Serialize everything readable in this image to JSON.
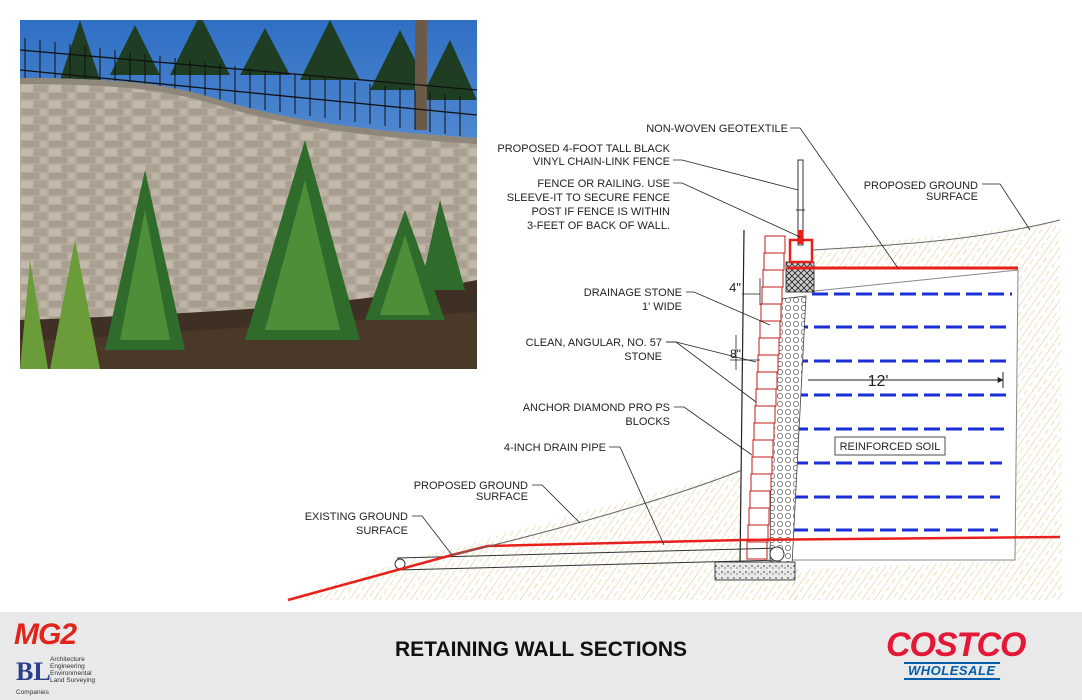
{
  "diagram": {
    "labels": {
      "geotextile": "NON-WOVEN GEOTEXTILE",
      "fence_line1": "PROPOSED 4-FOOT TALL BLACK",
      "fence_line2": "VINYL CHAIN-LINK FENCE",
      "sleeve_line1": "FENCE OR RAILING. USE",
      "sleeve_line2": "SLEEVE-IT TO SECURE FENCE",
      "sleeve_line3": "POST IF FENCE IS WITHIN",
      "sleeve_line4": "3-FEET OF BACK OF WALL.",
      "ground_top_line1": "PROPOSED GROUND",
      "ground_top_line2": "SURFACE",
      "drainage_line1": "DRAINAGE STONE",
      "drainage_line2": "1' WIDE",
      "stone_line1": "CLEAN, ANGULAR, NO. 57",
      "stone_line2": "STONE",
      "blocks_line1": "ANCHOR DIAMOND PRO PS",
      "blocks_line2": "BLOCKS",
      "drain_pipe": "4-INCH DRAIN PIPE",
      "ground_bottom_line1": "PROPOSED GROUND",
      "ground_bottom_line2": "SURFACE",
      "existing_line1": "EXISTING GROUND",
      "existing_line2": "SURFACE",
      "reinforced_soil": "REINFORCED SOIL",
      "dim_4": "4\"",
      "dim_8": "8\"",
      "dim_12": "12'"
    }
  },
  "footer": {
    "title": "RETAINING WALL SECTIONS",
    "mg2_logo": "MG2",
    "blu_mark": "BL",
    "blu_lines": [
      "Architecture",
      "Engineering",
      "Environmental",
      "Land Surveying"
    ],
    "blu_companies": "Companies",
    "costco_top": "COSTCO",
    "costco_bottom": "WHOLESALE"
  },
  "colors": {
    "grade_red": "#e8201b",
    "geogrid_blue": "#1a2fd6",
    "soil_hatch": "#d9c98a",
    "footer_bg": "#e9e9e9",
    "mg2_red": "#e1251b",
    "costco_red": "#e31837",
    "costco_blue": "#005daa"
  }
}
